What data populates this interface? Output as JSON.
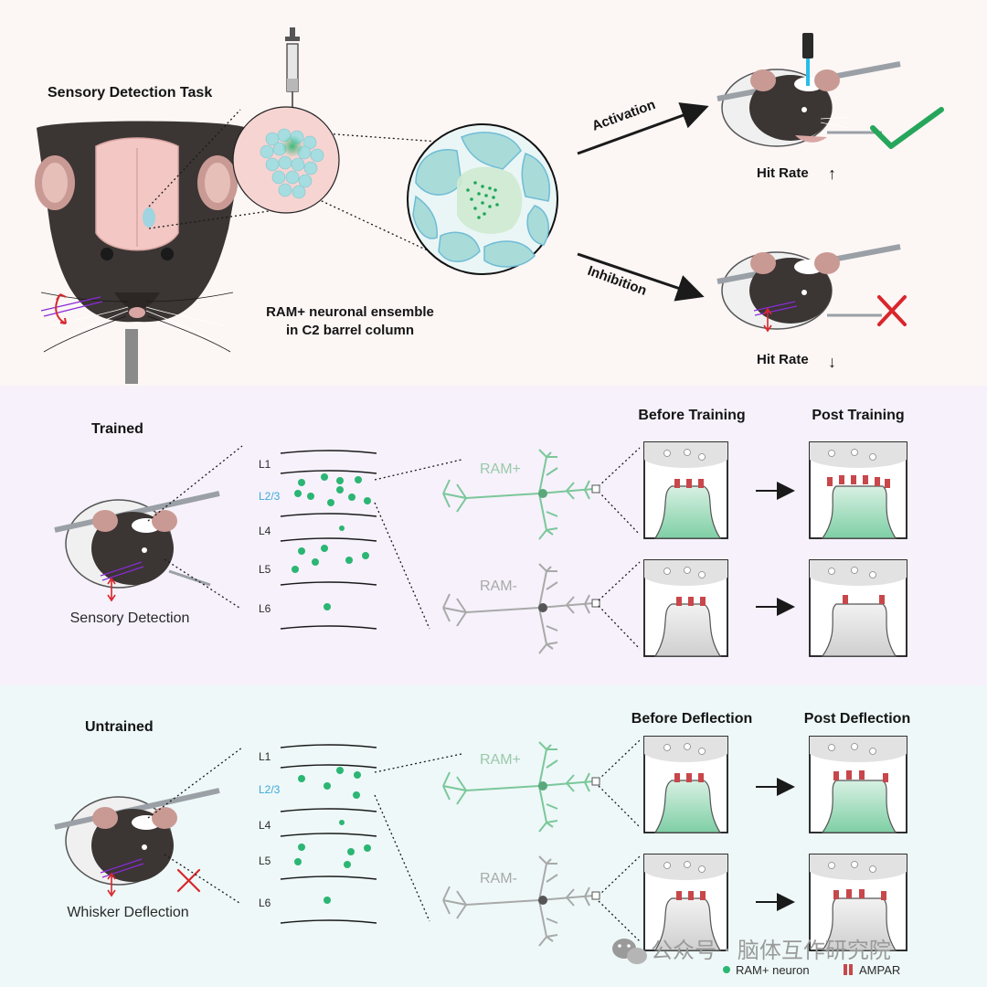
{
  "top": {
    "title": "Sensory Detection Task",
    "ensemble_line1": "RAM+ neuronal ensemble",
    "ensemble_line2": "in C2 barrel column",
    "activation": "Activation",
    "inhibition": "Inhibition",
    "hit_rate": "Hit Rate",
    "up_arrow": "↑",
    "down_arrow": "↓"
  },
  "trained": {
    "title": "Trained",
    "mouse_caption": "Sensory Detection",
    "before_label": "Before Training",
    "post_label": "Post Training"
  },
  "untrained": {
    "title": "Untrained",
    "mouse_caption": "Whisker Deflection",
    "before_label": "Before Deflection",
    "post_label": "Post Deflection"
  },
  "layers": [
    "L1",
    "L2/3",
    "L4",
    "L5",
    "L6"
  ],
  "neurons": {
    "pos": "RAM+",
    "neg": "RAM-"
  },
  "legend": {
    "ram_neuron": "RAM+ neuron",
    "ampar": "AMPAR"
  },
  "watermark": "公众号 · 脑体互作研究院",
  "colors": {
    "top_bg": "#fcf6f5",
    "trained_bg": "#f6f1fb",
    "untrained_bg": "#eef8f8",
    "green": "#2bb673",
    "neuron_green": "#7bc79a",
    "neuron_gray": "#a9a9a9",
    "layer_blue": "#3aa9d9",
    "check_green": "#26a65b",
    "cross_red": "#d9262b",
    "ampar": "#c8474a"
  },
  "icons": [
    "syringe-icon",
    "check-icon",
    "cross-icon",
    "laser-fiber-icon",
    "wechat-icon"
  ]
}
